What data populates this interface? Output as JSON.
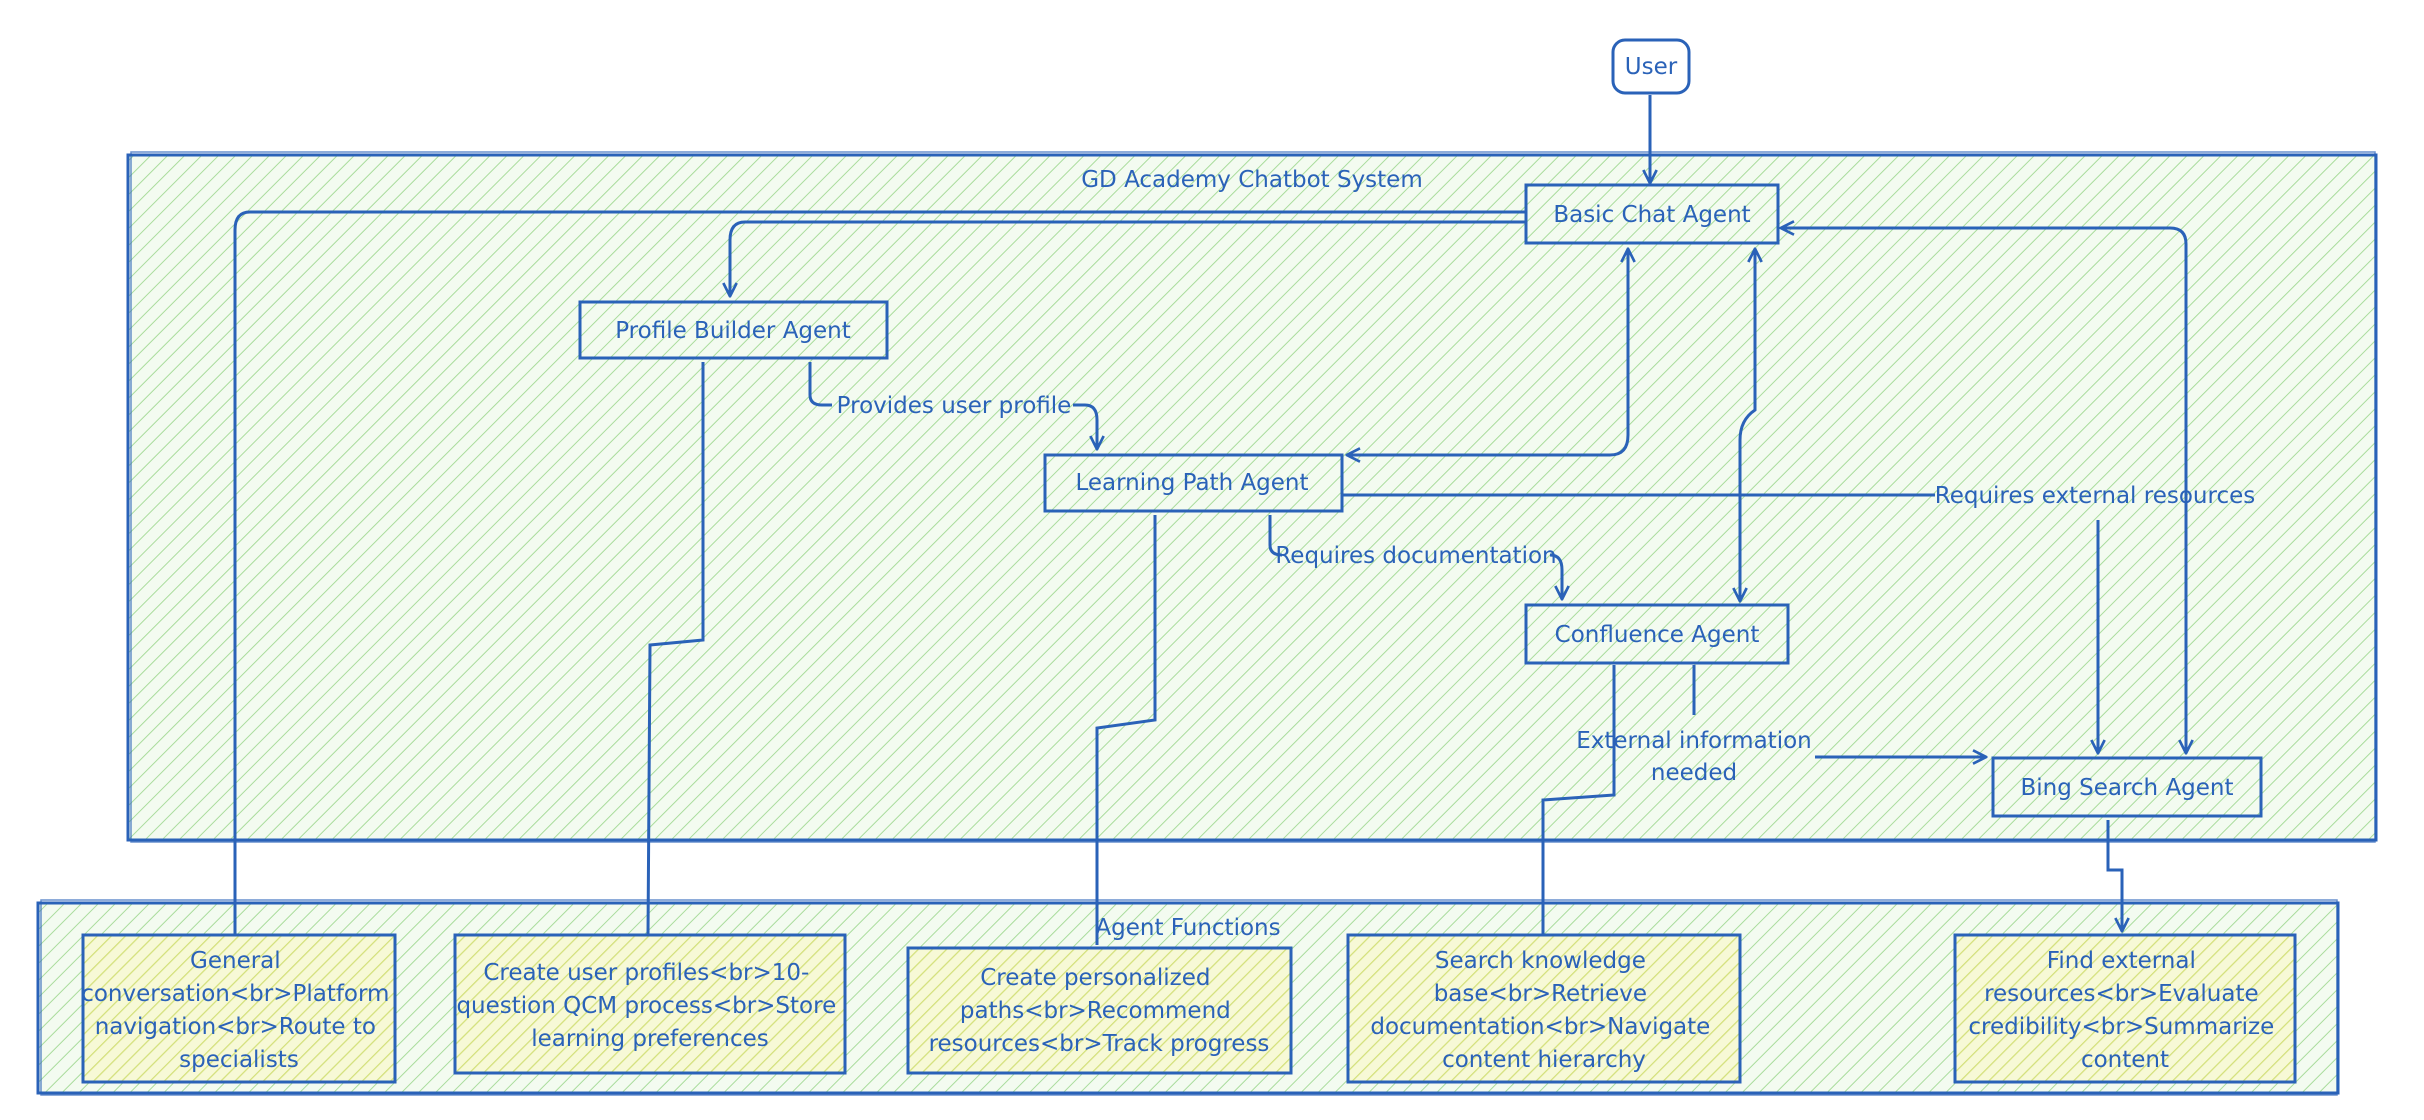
{
  "colors": {
    "stroke": "#2a62b8",
    "text": "#2a62b8",
    "green_fill": "#bfe8b4",
    "yellow_fill": "#e6ee8a"
  },
  "diagram": {
    "user": {
      "label": "User"
    },
    "system": {
      "title": "GD Academy Chatbot System"
    },
    "agents": {
      "basic_chat": "Basic Chat Agent",
      "profile_builder": "Profile Builder Agent",
      "learning_path": "Learning Path Agent",
      "confluence": "Confluence Agent",
      "bing_search": "Bing Search Agent"
    },
    "edges": {
      "provides_profile": "Provides user profile",
      "requires_external": "Requires external resources",
      "requires_documentation": "Requires documentation",
      "external_info_line1": "External information",
      "external_info_line2": "needed"
    },
    "functions": {
      "title": "Agent Functions",
      "basic_chat": [
        "General",
        "conversation<br>Platform",
        "navigation<br>Route to",
        "specialists"
      ],
      "profile_builder": [
        "Create user profiles<br>10-",
        "question QCM process<br>Store",
        "learning preferences"
      ],
      "learning_path": [
        "Create personalized",
        "paths<br>Recommend",
        "resources<br>Track progress"
      ],
      "confluence": [
        "Search knowledge",
        "base<br>Retrieve",
        "documentation<br>Navigate",
        "content hierarchy"
      ],
      "bing_search": [
        "Find external",
        "resources<br>Evaluate",
        "credibility<br>Summarize",
        "content"
      ]
    }
  }
}
